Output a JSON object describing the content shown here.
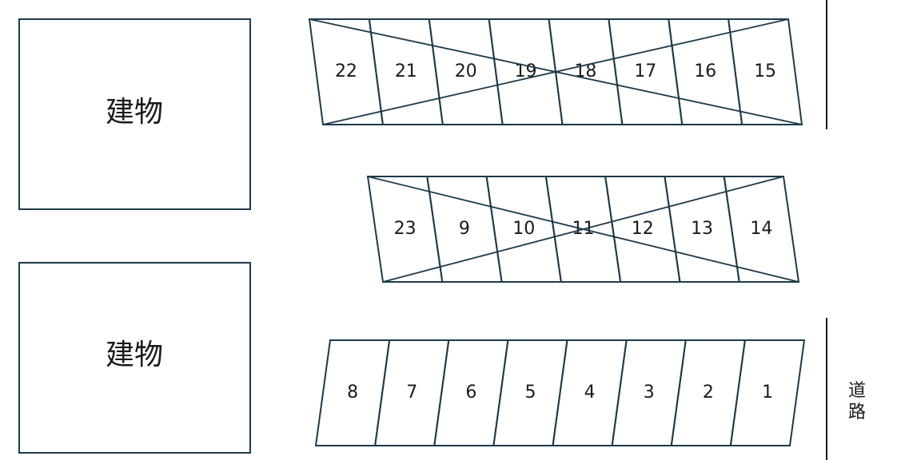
{
  "buildings": [
    {
      "label": "建物"
    },
    {
      "label": "建物"
    }
  ],
  "rows": [
    {
      "stalls": [
        "22",
        "21",
        "20",
        "19",
        "18",
        "17",
        "16",
        "15"
      ],
      "crossed": true
    },
    {
      "stalls": [
        "23",
        "9",
        "10",
        "11",
        "12",
        "13",
        "14"
      ],
      "crossed": true
    },
    {
      "stalls": [
        "8",
        "7",
        "6",
        "5",
        "4",
        "3",
        "2",
        "1"
      ],
      "crossed": false
    }
  ],
  "road": {
    "label_line1": "道",
    "label_line2": "路"
  },
  "colors": {
    "stroke": "#1d3a4a",
    "text": "#1a1a1a",
    "background": "#ffffff"
  }
}
